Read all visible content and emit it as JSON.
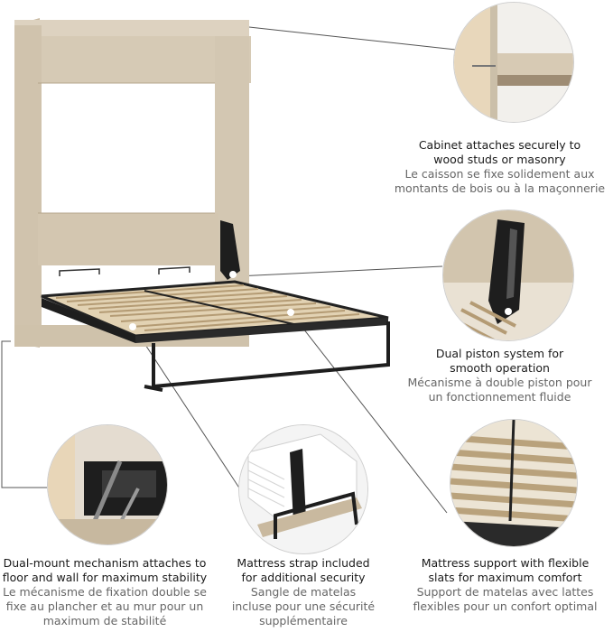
{
  "colors": {
    "wood": "#d8ccb8",
    "wood_dark": "#b9a88f",
    "metal": "#1e1e1e",
    "slat": "#d9c7a6",
    "caption_en": "#1a1a1a",
    "caption_fr": "#666666",
    "leader": "#555555"
  },
  "captions": {
    "cabinet": {
      "en1": "Cabinet attaches securely to",
      "en2": "wood studs or masonry",
      "fr1": "Le caisson se fixe solidement aux",
      "fr2": "montants de bois ou à la maçonnerie"
    },
    "piston": {
      "en1": "Dual piston system for",
      "en2": "smooth operation",
      "fr1": "Mécanisme à double piston pour",
      "fr2": "un fonctionnement fluide"
    },
    "mount": {
      "en1": "Dual-mount mechanism attaches to",
      "en2": "floor and wall for maximum stability",
      "fr1": "Le mécanisme de fixation double se",
      "fr2": "fixe au plancher et au mur pour un",
      "fr3": "maximum de stabilité"
    },
    "strap": {
      "en1": "Mattress strap included",
      "en2": "for additional security",
      "fr1": "Sangle de matelas",
      "fr2": "incluse pour une sécurité",
      "fr3": "supplémentaire"
    },
    "slats": {
      "en1": "Mattress support with flexible",
      "en2": "slats for maximum comfort",
      "fr1": "Support de matelas avec lattes",
      "fr2": "flexibles pour un confort optimal"
    }
  }
}
